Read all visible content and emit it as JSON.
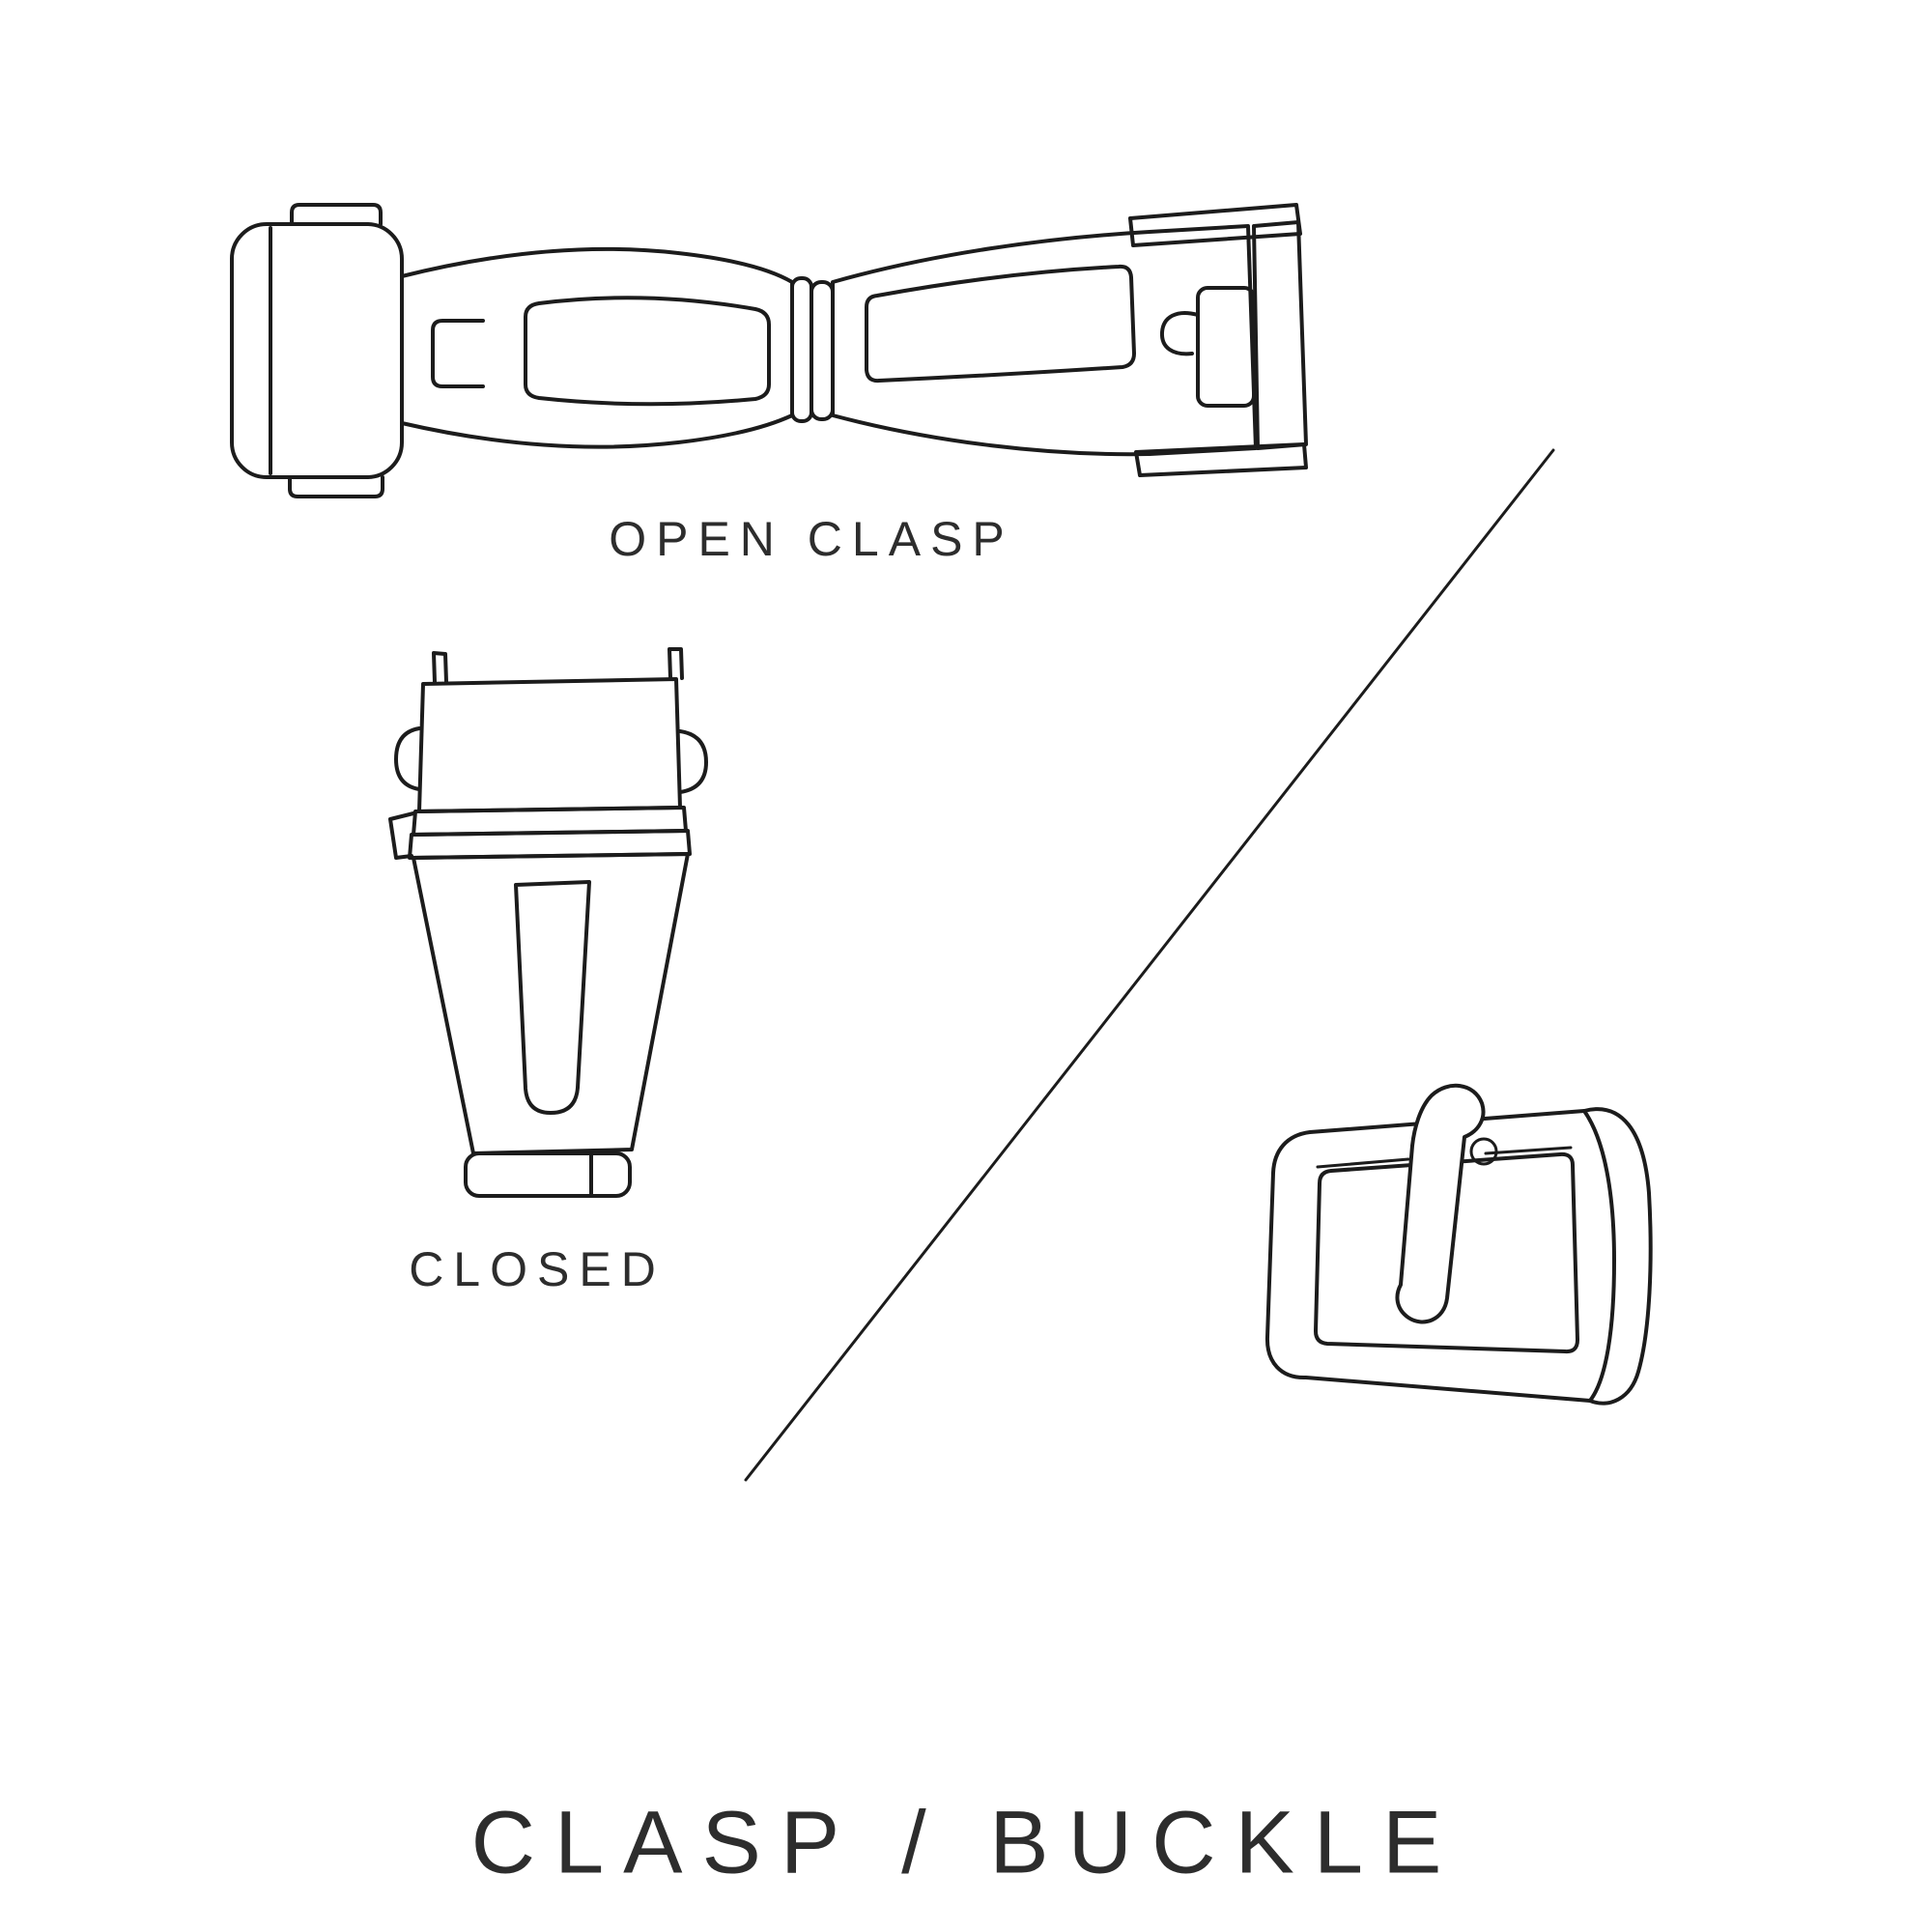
{
  "diagram": {
    "title": "CLASP / BUCKLE",
    "labels": {
      "open_clasp": "OPEN CLASP",
      "closed": "CLOSED"
    },
    "illustrations": [
      "open-clasp-illustration",
      "closed-clasp-illustration",
      "tang-buckle-illustration"
    ],
    "colors": {
      "line": "#1c1c1c",
      "text": "#2d2d2d",
      "background": "#ffffff"
    }
  }
}
